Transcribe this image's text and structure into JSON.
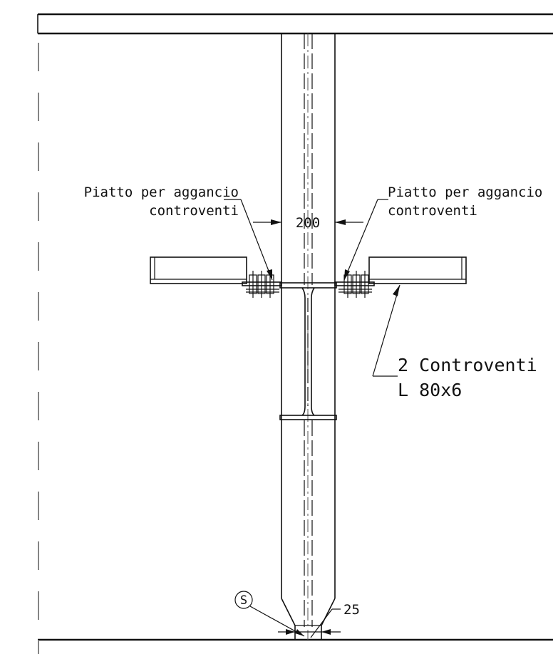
{
  "labels": {
    "plate_left_line1": "Piatto per aggancio",
    "plate_left_line2": "controventi",
    "plate_right_line1": "Piatto per aggancio",
    "plate_right_line2": "controventi",
    "dimension_width": "200",
    "bracing_line1": "2 Controventi",
    "bracing_line2": "L 80x6",
    "weld_symbol": "S",
    "dimension_tip": "25"
  }
}
